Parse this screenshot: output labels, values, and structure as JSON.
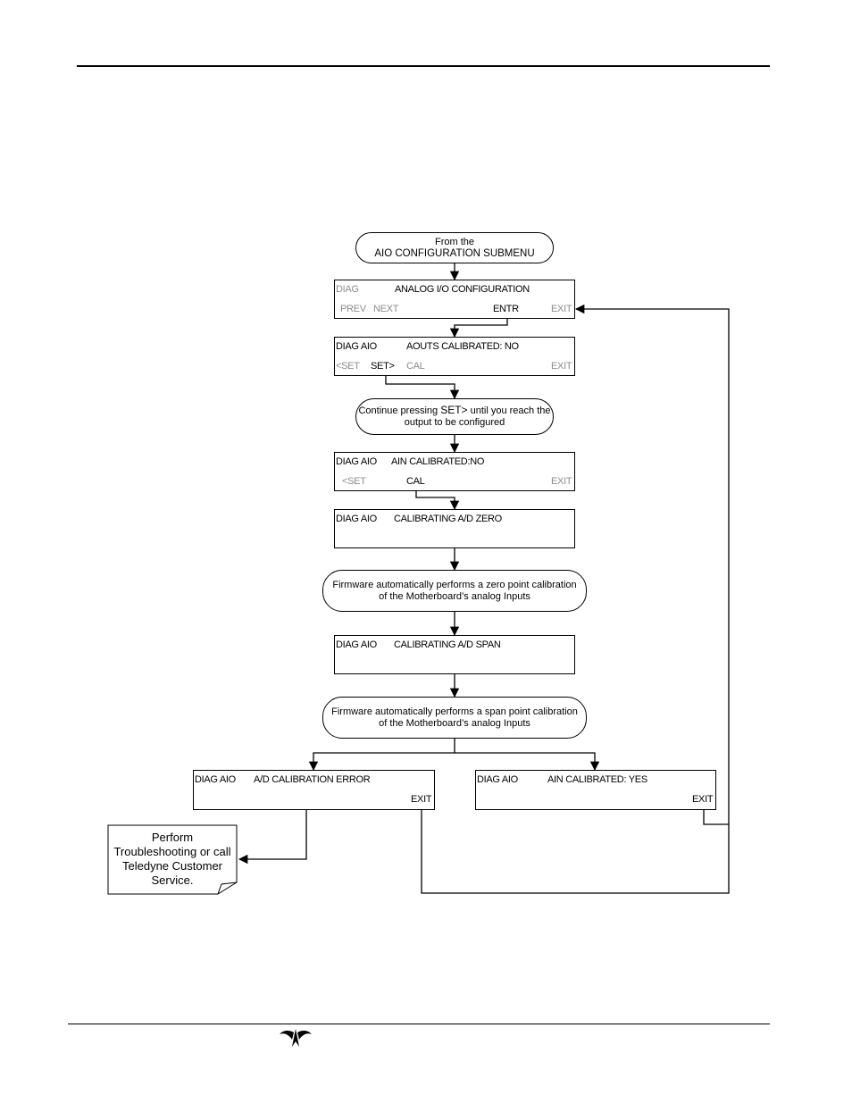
{
  "start": {
    "line1": "From the",
    "line2": "AIO CONFIGURATION SUBMENU"
  },
  "screen_aio_config": {
    "mode": "DIAG",
    "title": "ANALOG I/O CONFIGURATION",
    "keys": {
      "prev": "PREV",
      "next": "NEXT",
      "entr": "ENTR",
      "exit": "EXIT"
    }
  },
  "screen_aouts": {
    "mode": "DIAG AIO",
    "message": "AOUTS CALIBRATED: NO",
    "keys": {
      "set_prev": "<SET",
      "set_next": "SET>",
      "cal": "CAL",
      "exit": "EXIT"
    }
  },
  "continue_note": {
    "part1": "Continue pressing ",
    "key": "SET>",
    "part2": " until you reach the",
    "line2": "output to be configured"
  },
  "screen_ain": {
    "mode": "DIAG AIO",
    "message": "AIN CALIBRATED:NO",
    "keys": {
      "set_prev": "<SET",
      "cal": "CAL",
      "exit": "EXIT"
    }
  },
  "screen_zero": {
    "mode": "DIAG AIO",
    "message": "CALIBRATING A/D ZERO"
  },
  "zero_note": {
    "line1": "Firmware automatically performs a zero point calibration",
    "line2": "of the Motherboard’s analog Inputs"
  },
  "screen_span": {
    "mode": "DIAG AIO",
    "message": "CALIBRATING A/D SPAN"
  },
  "span_note": {
    "line1": "Firmware automatically performs a span point calibration",
    "line2": "of the Motherboard’s analog Inputs"
  },
  "screen_error": {
    "mode": "DIAG AIO",
    "message": "A/D CALIBRATION ERROR",
    "exit": "EXIT"
  },
  "screen_yes": {
    "mode": "DIAG AIO",
    "message": "AIN CALIBRATED: YES",
    "exit": "EXIT"
  },
  "trouble_note": {
    "line1": "Perform",
    "line2": "Troubleshooting or call",
    "line3": "Teledyne Customer",
    "line4": "Service."
  }
}
